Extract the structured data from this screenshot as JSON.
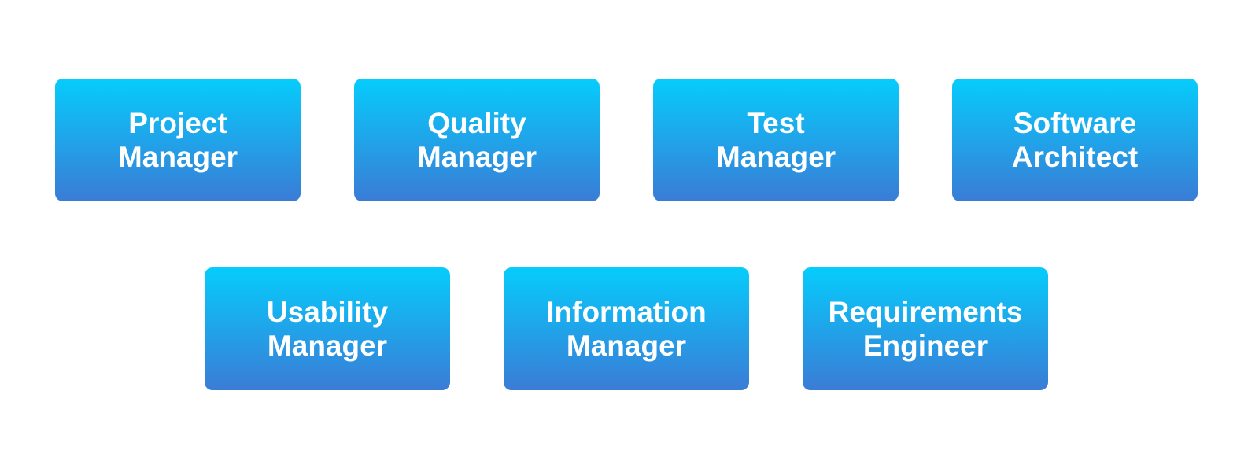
{
  "colors": {
    "box_gradient_top": "#06ccfc",
    "box_gradient_bottom": "#3a7cd6",
    "label_text": "#ffffff",
    "background": "#ffffff"
  },
  "roles": [
    {
      "line1": "Project",
      "line2": "Manager"
    },
    {
      "line1": "Quality",
      "line2": "Manager"
    },
    {
      "line1": "Test",
      "line2": "Manager"
    },
    {
      "line1": "Software",
      "line2": "Architect"
    },
    {
      "line1": "Usability",
      "line2": "Manager"
    },
    {
      "line1": "Information",
      "line2": "Manager"
    },
    {
      "line1": "Requirements",
      "line2": "Engineer"
    }
  ]
}
